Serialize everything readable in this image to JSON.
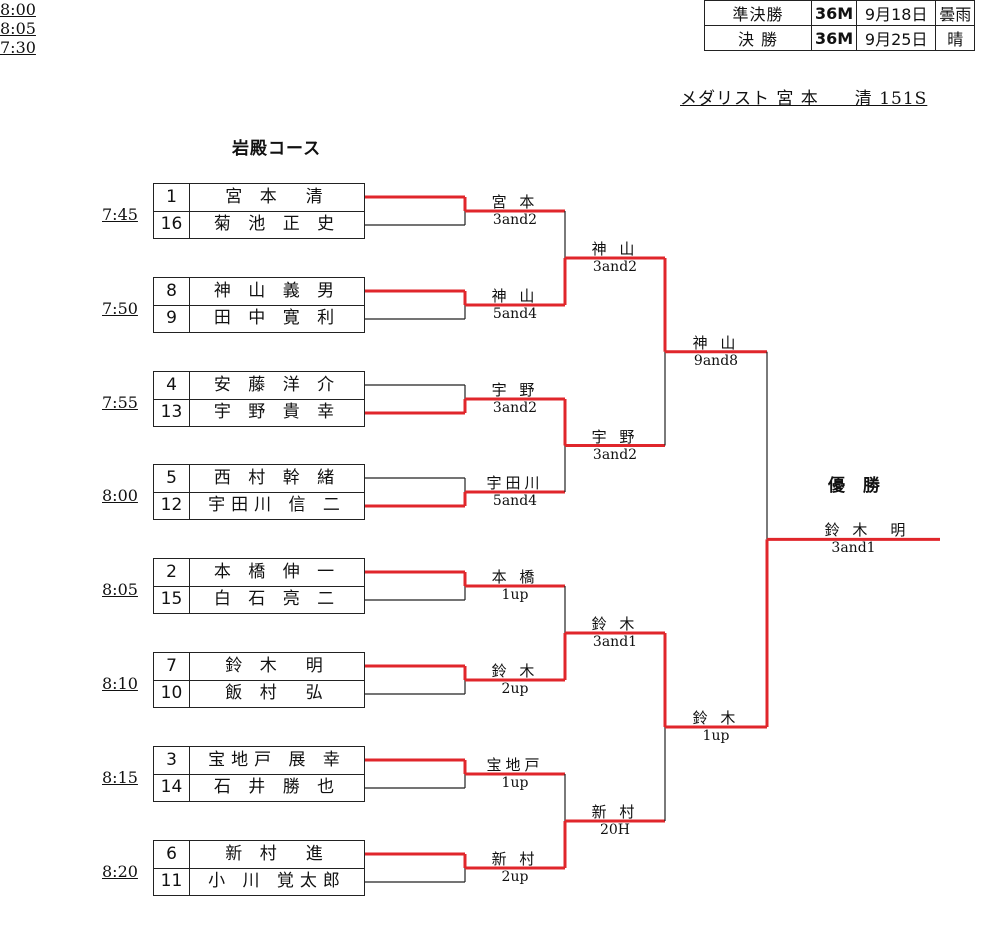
{
  "schedule": [
    {
      "round": "準決勝",
      "distance": "36M",
      "date": "9月18日",
      "weather": "曇雨"
    },
    {
      "round": "決 勝",
      "distance": "36M",
      "date": "9月25日",
      "weather": "晴"
    }
  ],
  "medalist": "メダリスト 宮 本　　清 151S",
  "course": "岩殿コース",
  "champion_label": "優 勝",
  "pairs": [
    {
      "time": "7:45",
      "top": {
        "seed": "1",
        "name": "宮 本　清"
      },
      "bottom": {
        "seed": "16",
        "name": "菊 池 正 史"
      }
    },
    {
      "time": "7:50",
      "top": {
        "seed": "8",
        "name": "神 山 義 男"
      },
      "bottom": {
        "seed": "9",
        "name": "田 中 寛 利"
      }
    },
    {
      "time": "7:55",
      "top": {
        "seed": "4",
        "name": "安 藤 洋 介"
      },
      "bottom": {
        "seed": "13",
        "name": "宇 野 貴 幸"
      }
    },
    {
      "time": "8:00",
      "top": {
        "seed": "5",
        "name": "西 村 幹 緒"
      },
      "bottom": {
        "seed": "12",
        "name": "宇田川 信 二"
      }
    },
    {
      "time": "8:05",
      "top": {
        "seed": "2",
        "name": "本 橋 伸 一"
      },
      "bottom": {
        "seed": "15",
        "name": "白 石 亮 二"
      }
    },
    {
      "time": "8:10",
      "top": {
        "seed": "7",
        "name": "鈴 木　明"
      },
      "bottom": {
        "seed": "10",
        "name": "飯 村　弘"
      }
    },
    {
      "time": "8:15",
      "top": {
        "seed": "3",
        "name": "宝地戸 展 幸"
      },
      "bottom": {
        "seed": "14",
        "name": "石 井 勝 也"
      }
    },
    {
      "time": "8:20",
      "top": {
        "seed": "6",
        "name": "新 村　進"
      },
      "bottom": {
        "seed": "11",
        "name": "小 川 覚太郎"
      }
    }
  ],
  "round2": [
    {
      "winner": "宮 本",
      "score": "3and2"
    },
    {
      "winner": "神 山",
      "score": "5and4"
    },
    {
      "winner": "宇 野",
      "score": "3and2"
    },
    {
      "winner": "宇田川",
      "score": "5and4"
    },
    {
      "winner": "本 橋",
      "score": "1up"
    },
    {
      "winner": "鈴 木",
      "score": "2up"
    },
    {
      "winner": "宝地戸",
      "score": "1up"
    },
    {
      "winner": "新 村",
      "score": "2up"
    }
  ],
  "quarter": [
    {
      "winner": "神 山",
      "score": "3and2"
    },
    {
      "winner": "宇 野",
      "score": "3and2"
    },
    {
      "winner": "鈴 木",
      "score": "3and1"
    },
    {
      "winner": "新 村",
      "score": "20H"
    }
  ],
  "semi_times": [
    "8:00",
    "8:05"
  ],
  "semi": [
    {
      "winner": "神 山",
      "score": "9and8"
    },
    {
      "winner": "鈴 木",
      "score": "1up"
    }
  ],
  "final_time": "7:30",
  "final": {
    "winner": "鈴 木　明",
    "score": "3and1"
  },
  "colors": {
    "winner_line": "#e0262b",
    "loser_line": "#222222"
  }
}
